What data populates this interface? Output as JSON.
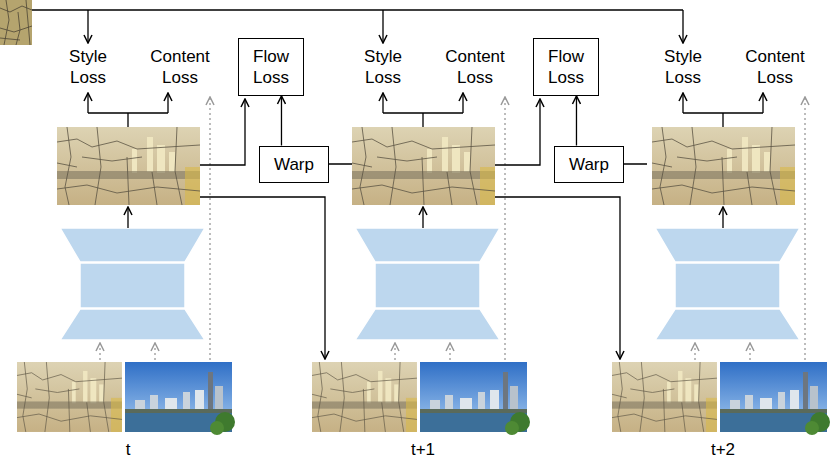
{
  "diagram": {
    "nodes": [
      {
        "text": [
          "Flow Loss"
        ]
      },
      {
        "text": [
          "Warp"
        ]
      },
      {
        "text": [
          "Flow Loss"
        ]
      },
      {
        "text": [
          "Warp"
        ]
      }
    ],
    "edges": [
      {
        "from": 1,
        "to": 0,
        "arrow": "to"
      },
      {
        "from": 3,
        "to": 2,
        "arrow": "to"
      }
    ],
    "labels": [
      "Style Loss",
      "Content Loss",
      "Style Loss",
      "Content Loss",
      "Style Loss",
      "Content Loss",
      "t",
      "t+1",
      "t+2"
    ]
  }
}
